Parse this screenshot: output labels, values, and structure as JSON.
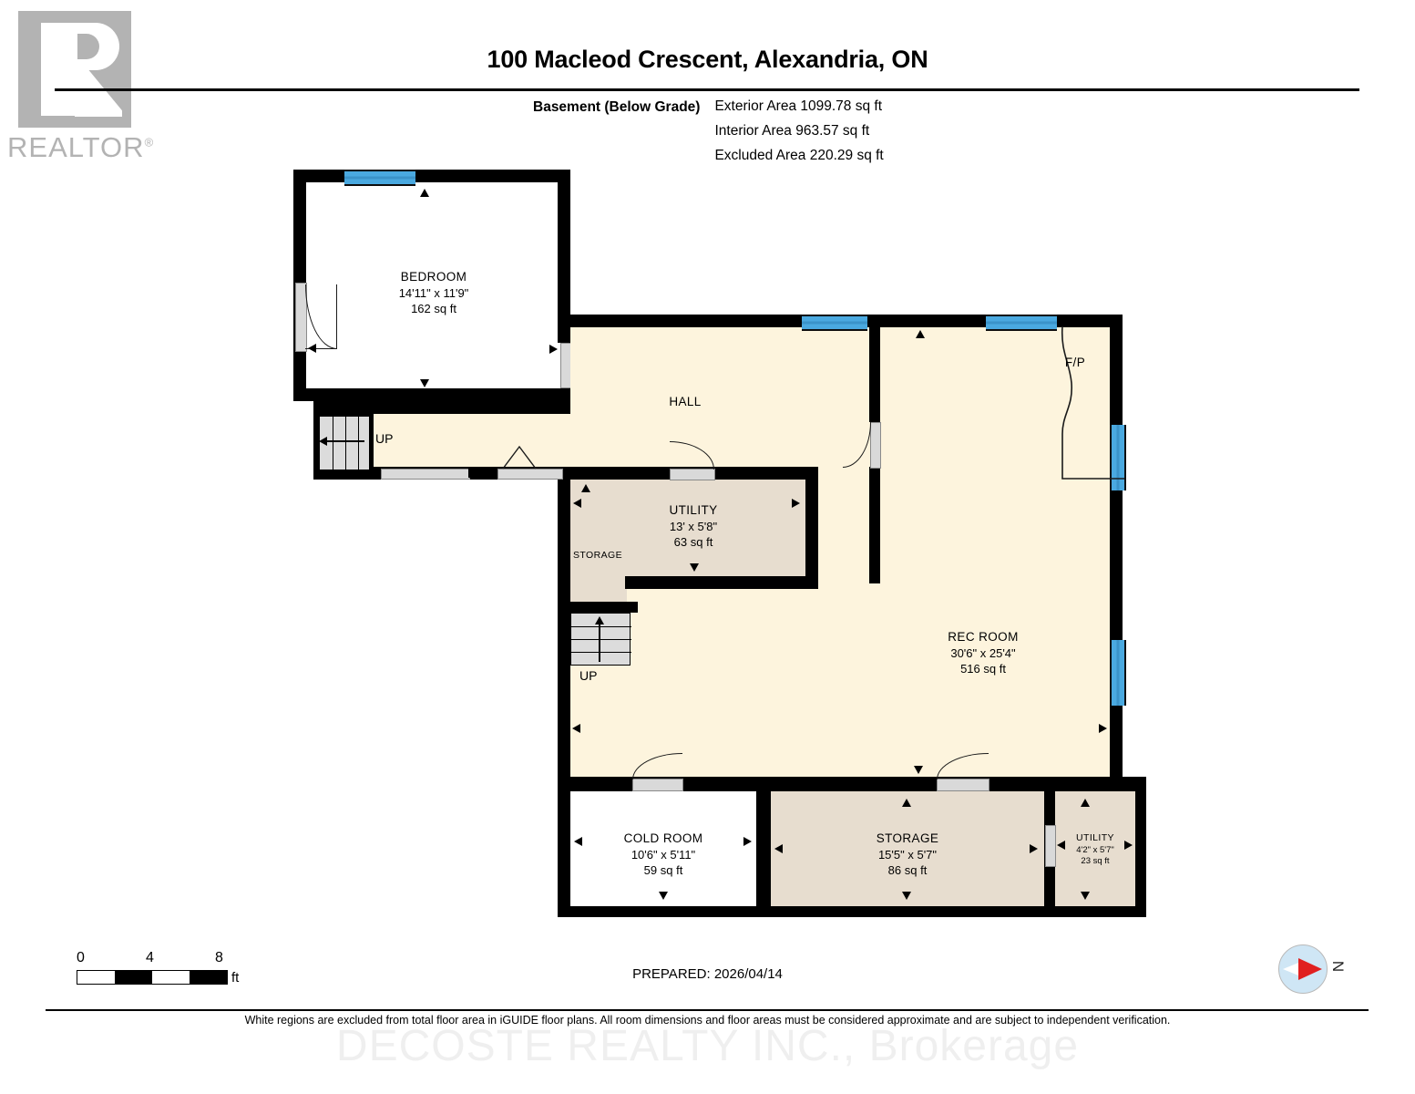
{
  "logo": {
    "name": "REALTOR",
    "registered": "®"
  },
  "header": {
    "title": "100 Macleod Crescent, Alexandria, ON",
    "level_label": "Basement (Below Grade)",
    "areas": [
      "Exterior Area 1099.78 sq ft",
      "Interior Area 963.57 sq ft",
      "Excluded Area 220.29 sq ft"
    ]
  },
  "rooms": [
    {
      "name": "BEDROOM",
      "dim": "14'11\" x 11'9\"",
      "area": "162 sq ft",
      "fill": "white"
    },
    {
      "name": "HALL",
      "dim": "",
      "area": "",
      "fill": "cream"
    },
    {
      "name": "UTILITY",
      "dim": "13' x 5'8\"",
      "area": "63 sq ft",
      "fill": "beige"
    },
    {
      "name": "STORAGE",
      "dim": "",
      "area": "",
      "fill": "beige"
    },
    {
      "name": "REC ROOM",
      "dim": "30'6\" x 25'4\"",
      "area": "516 sq ft",
      "fill": "cream"
    },
    {
      "name": "COLD ROOM",
      "dim": "10'6\" x 5'11\"",
      "area": "59 sq ft",
      "fill": "white"
    },
    {
      "name": "STORAGE",
      "dim": "15'5\" x 5'7\"",
      "area": "86 sq ft",
      "fill": "beige"
    },
    {
      "name": "UTILITY",
      "dim": "4'2\" x 5'7\"",
      "area": "23 sq ft",
      "fill": "beige"
    }
  ],
  "features": {
    "fireplace": "F/P",
    "stairs_up_1": "UP",
    "stairs_up_2": "UP"
  },
  "scale": {
    "ticks": [
      "0",
      "4",
      "8"
    ],
    "unit": "ft"
  },
  "compass": {
    "north_letter": "N"
  },
  "footer": {
    "prepared": "PREPARED: 2026/04/14",
    "disclaimer": "White regions are excluded from total floor area in iGUIDE floor plans. All room dimensions and floor areas must be considered approximate and are subject to independent verification.",
    "watermark": "DECOSTE REALTY INC., Brokerage"
  },
  "colors": {
    "wall": "#000000",
    "cream": "#fdf4dd",
    "beige": "#e7ddcf",
    "excluded": "#ffffff",
    "window": "#4aa9e0",
    "logo_grey": "#b3b3b3",
    "compass_red": "#e02020",
    "compass_disc": "#cfe6f5"
  }
}
